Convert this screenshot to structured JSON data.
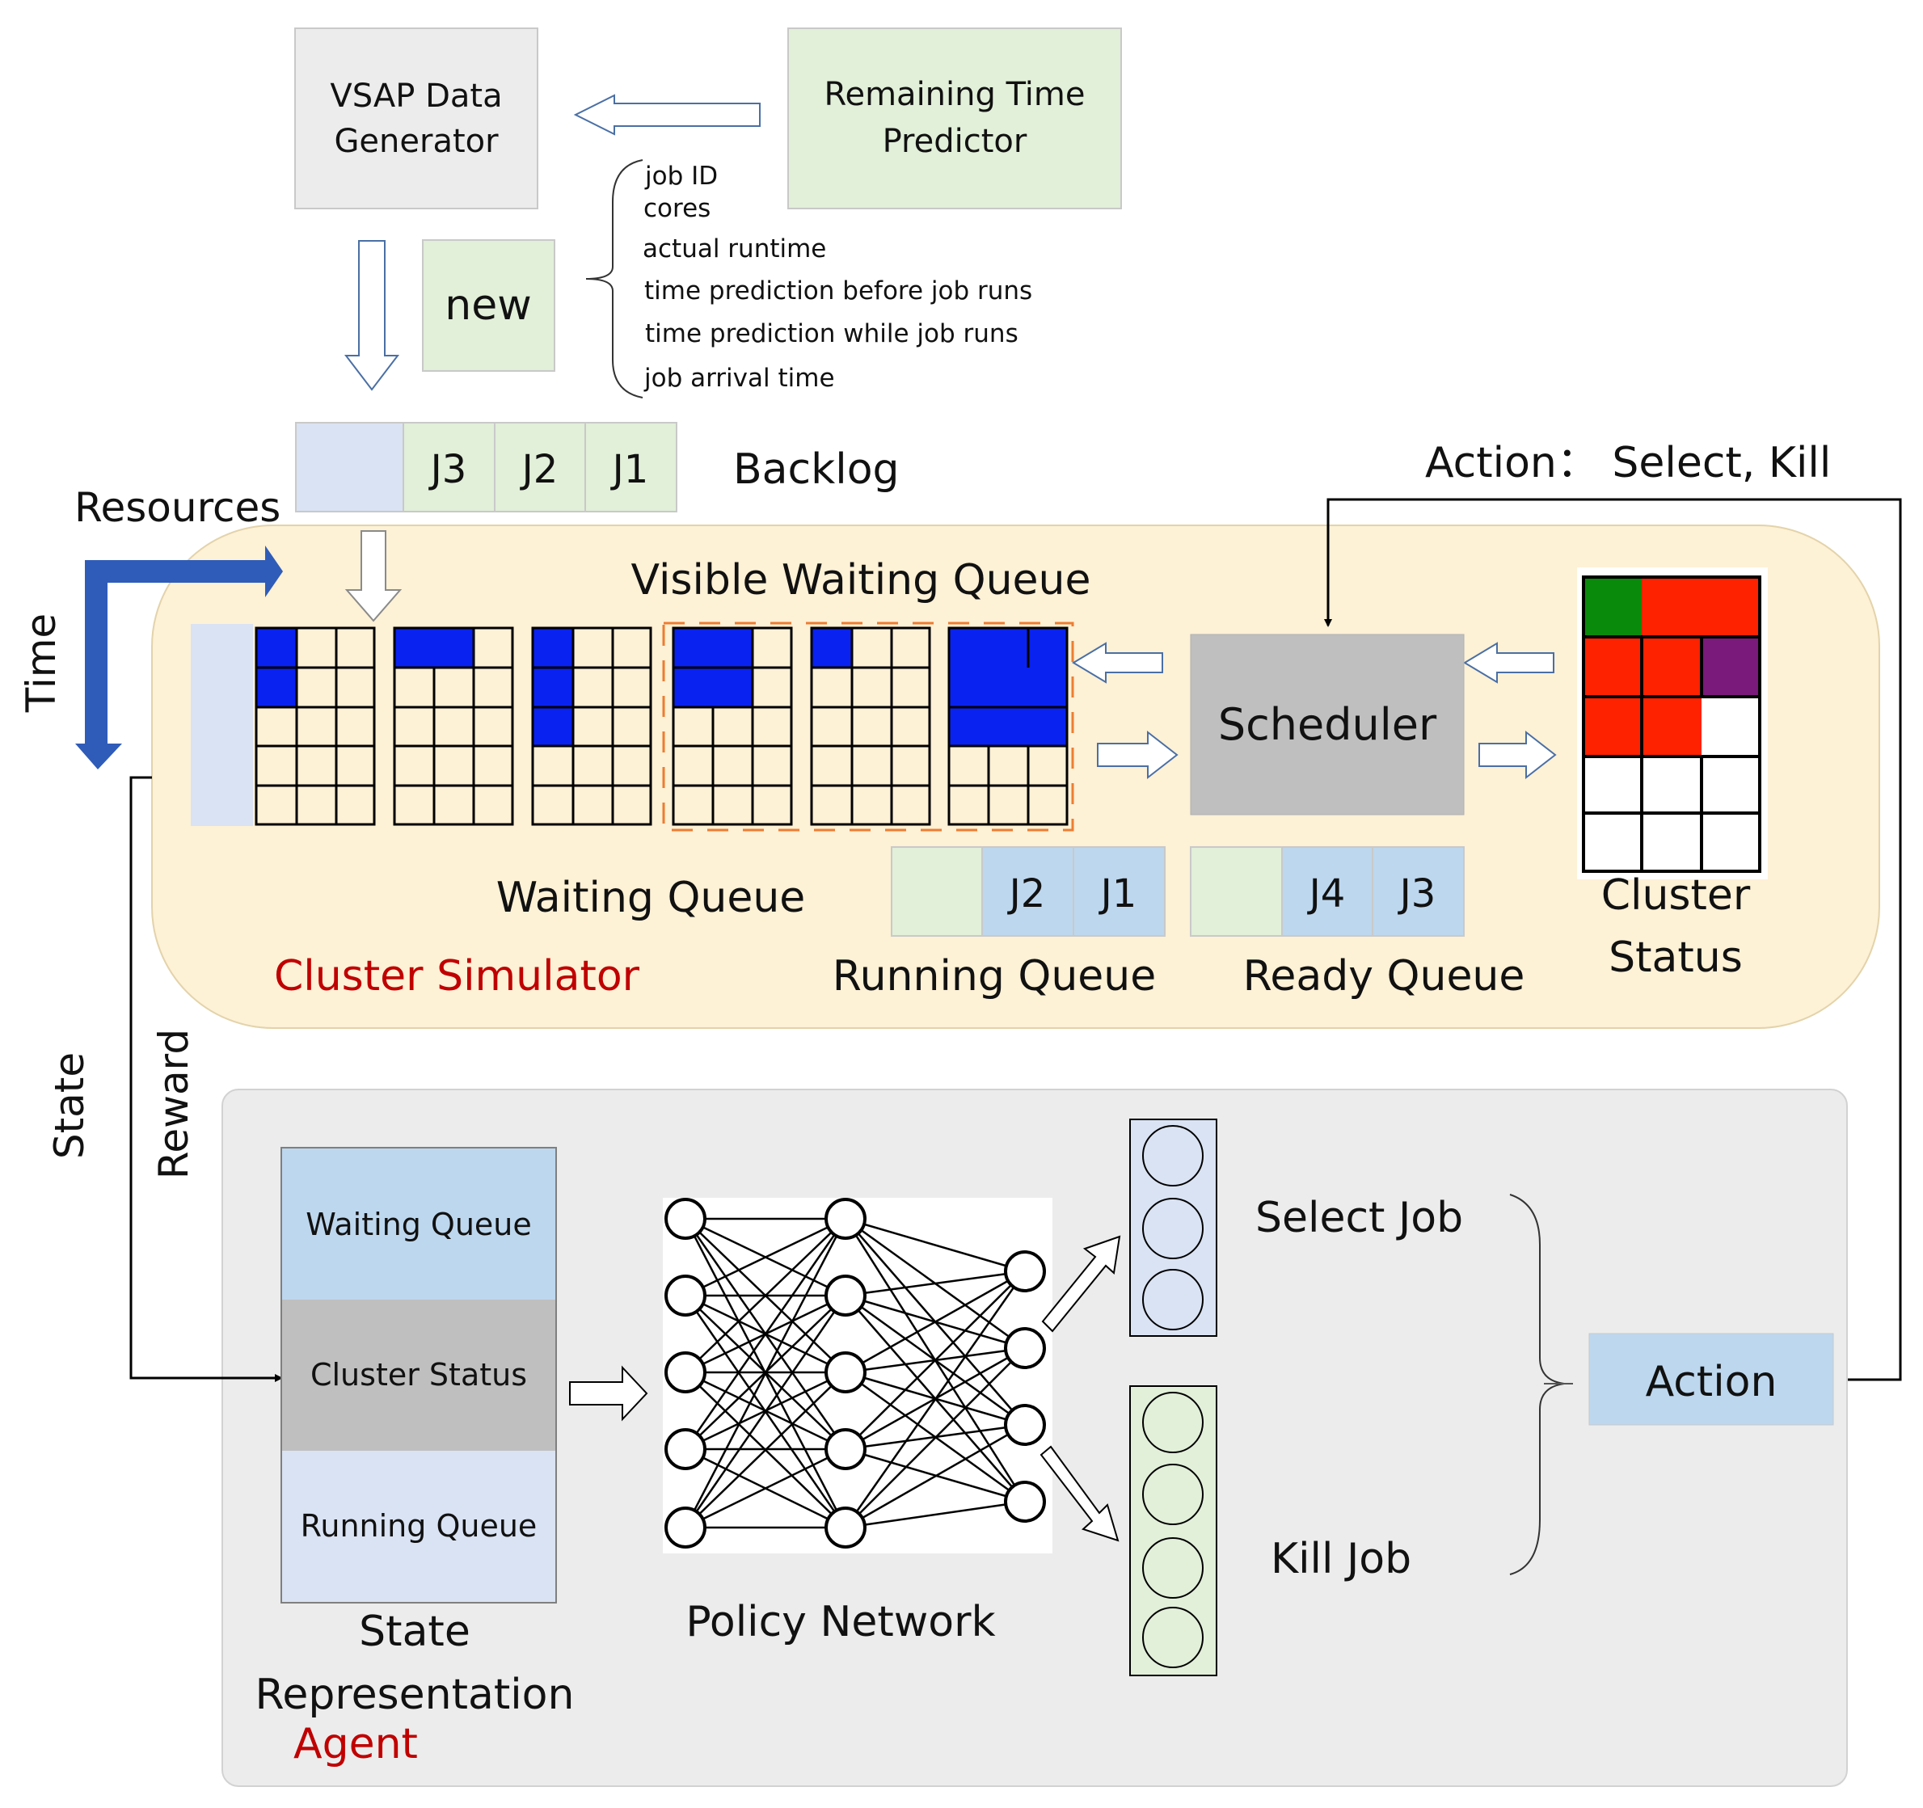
{
  "generator": {
    "label_line1": "VSAP Data",
    "label_line2": "Generator"
  },
  "predictor": {
    "label_line1": "Remaining Time",
    "label_line2": "Predictor"
  },
  "new_box": {
    "label": "new"
  },
  "job_attributes": [
    "job ID",
    "cores",
    "actual runtime",
    "time prediction before job runs",
    "time prediction while job runs",
    "job arrival time"
  ],
  "backlog": {
    "title": "Backlog",
    "jobs": [
      "J3",
      "J2",
      "J1"
    ]
  },
  "axes": {
    "resources": "Resources",
    "time": "Time"
  },
  "action_feedback": {
    "label": "Action： Select, Kill"
  },
  "simulator": {
    "title": "Cluster Simulator",
    "visible_waiting_queue": "Visible Waiting Queue",
    "waiting_queue": "Waiting Queue",
    "running_queue": {
      "title": "Running Queue",
      "jobs": [
        "J2",
        "J1"
      ]
    },
    "ready_queue": {
      "title": "Ready Queue",
      "jobs": [
        "J4",
        "J3"
      ]
    },
    "scheduler": "Scheduler",
    "cluster_status_line1": "Cluster",
    "cluster_status_line2": "Status"
  },
  "side_labels": {
    "state": "State",
    "reward": "Reward"
  },
  "agent": {
    "title": "Agent",
    "state_rows": [
      "Waiting Queue",
      "Cluster Status",
      "Running Queue"
    ],
    "state_caption_line1": "State",
    "state_caption_line2": "Representation",
    "policy_network": "Policy Network",
    "select_job": "Select Job",
    "kill_job": "Kill Job",
    "action": "Action"
  },
  "colors": {
    "job_fill": "#0a22f0",
    "simulator_bg": "#fdf1d6",
    "agent_bg": "#ececec",
    "gray_box": "#ececec",
    "green_box": "#e2efd9",
    "blue_box": "#bdd7ee",
    "light_blue_box": "#dae3f3",
    "scheduler_box": "#bfbfbf",
    "red_text": "#c00000",
    "status_green": "#0a8a0a",
    "status_red": "#ff2200",
    "status_purple": "#7a1a7a",
    "highlight_dash": "#ed7d31"
  }
}
